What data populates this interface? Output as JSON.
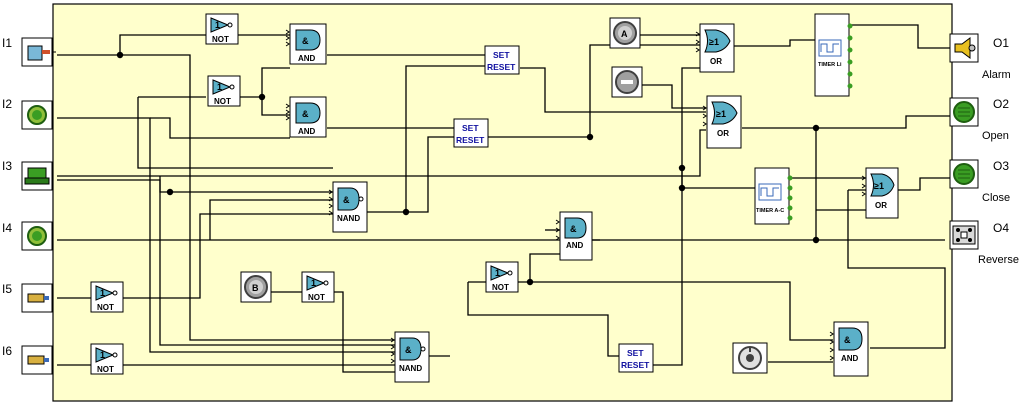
{
  "inputs": [
    {
      "label": "I1",
      "icon": "limit-switch-icon"
    },
    {
      "label": "I2",
      "icon": "green-pushbutton-icon"
    },
    {
      "label": "I3",
      "icon": "green-key-icon"
    },
    {
      "label": "I4",
      "icon": "green-pushbutton-icon"
    },
    {
      "label": "I5",
      "icon": "proximity-sensor-icon"
    },
    {
      "label": "I6",
      "icon": "proximity-sensor-icon"
    }
  ],
  "outputs": [
    {
      "label": "O1",
      "name": "Alarm",
      "icon": "siren-icon"
    },
    {
      "label": "O2",
      "name": "Open",
      "icon": "motor-icon"
    },
    {
      "label": "O3",
      "name": "Close",
      "icon": "motor-icon"
    },
    {
      "label": "O4",
      "name": "Reverse",
      "icon": "relay-icon"
    }
  ],
  "blocks": {
    "not_label": "NOT",
    "and_label": "AND",
    "nand_label": "NAND",
    "or_label": "OR",
    "set_label": "SET",
    "reset_label": "RESET",
    "and_symbol": "&",
    "or_symbol": "≥1",
    "not_symbol": "1",
    "timer_li_label": "TIMER Li",
    "timer_ac_label": "TIMER A-C"
  },
  "buttons": {
    "a": "A",
    "b": "B"
  },
  "colors": {
    "panel_fill": "#ffffcc",
    "gate_fill": "#ffffff",
    "gate_symbol_fill": "#5bb0c8",
    "setreset_text": "#1010a0",
    "io_icon_fill": "#ffffff",
    "output_indicator": "#3a9d23"
  }
}
